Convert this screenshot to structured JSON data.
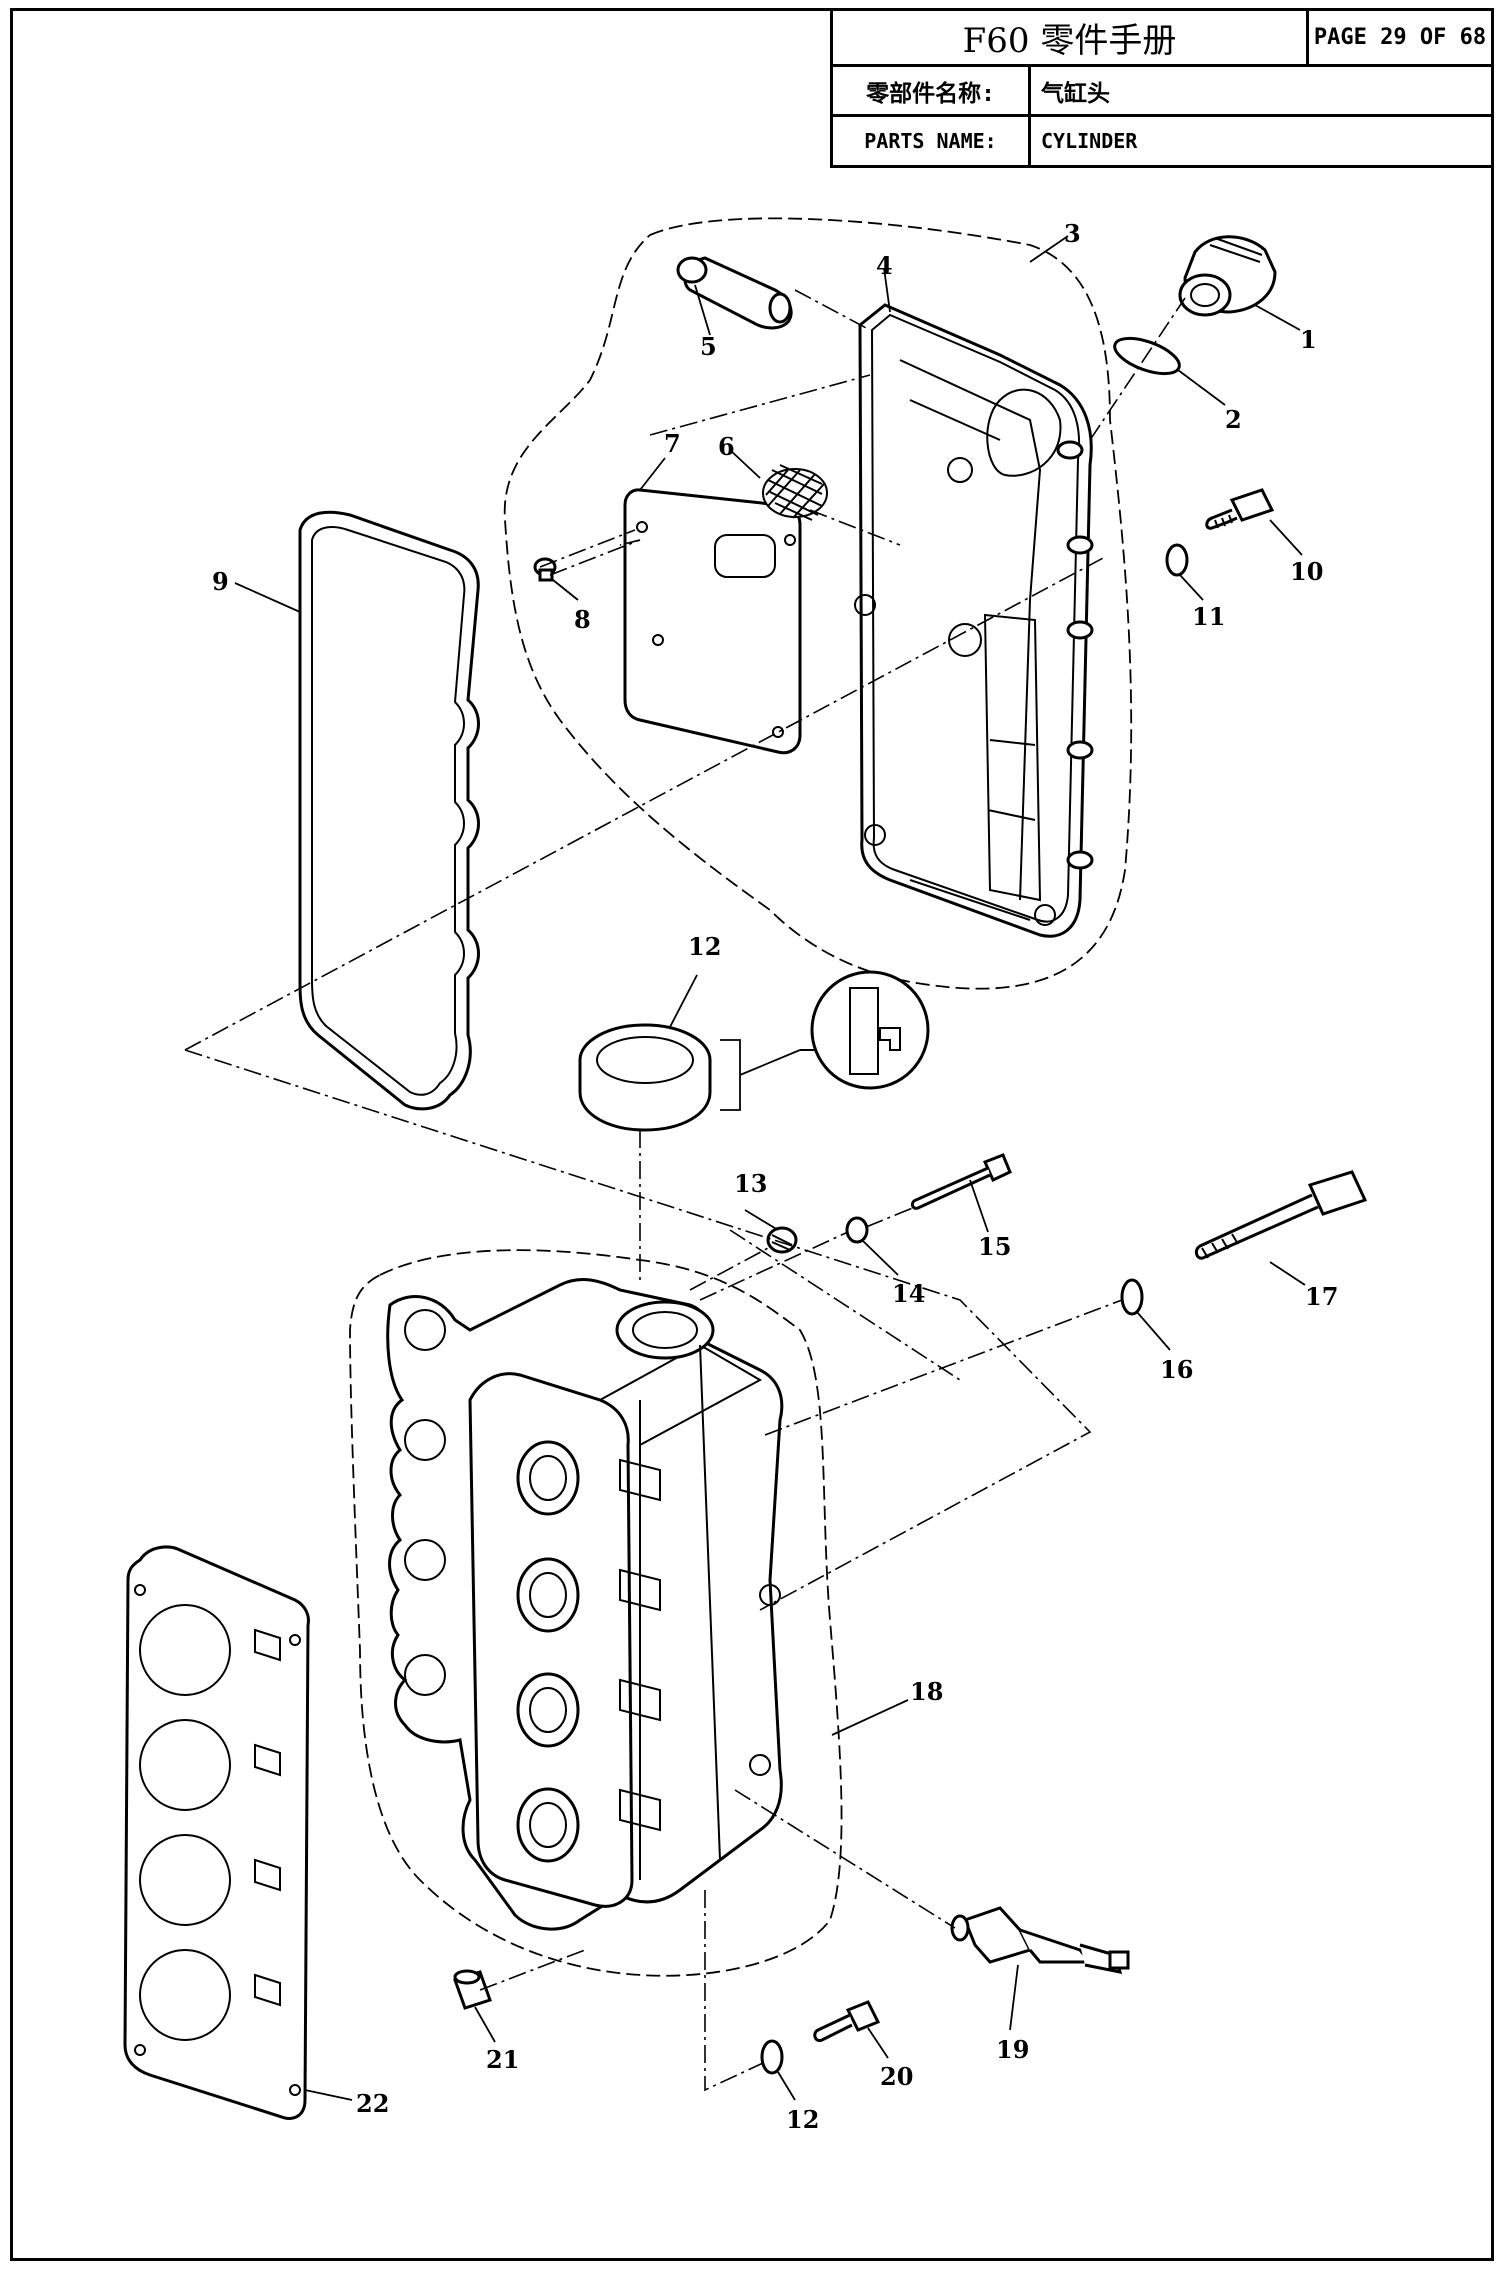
{
  "title_block": {
    "title": "F60 零件手册",
    "page": "PAGE 29 OF 68",
    "name_cn_label": "零部件名称:",
    "name_cn_value": "气缸头",
    "name_en_label": "PARTS NAME:",
    "name_en_value": "CYLINDER"
  },
  "callouts": {
    "c1": "1",
    "c2": "2",
    "c3": "3",
    "c4": "4",
    "c5": "5",
    "c6": "6",
    "c7": "7",
    "c8": "8",
    "c9": "9",
    "c10": "10",
    "c11": "11",
    "c12a": "12",
    "c13": "13",
    "c14": "14",
    "c15": "15",
    "c16": "16",
    "c17": "17",
    "c18": "18",
    "c19": "19",
    "c20": "20",
    "c21": "21",
    "c12b": "12",
    "c22": "22"
  }
}
